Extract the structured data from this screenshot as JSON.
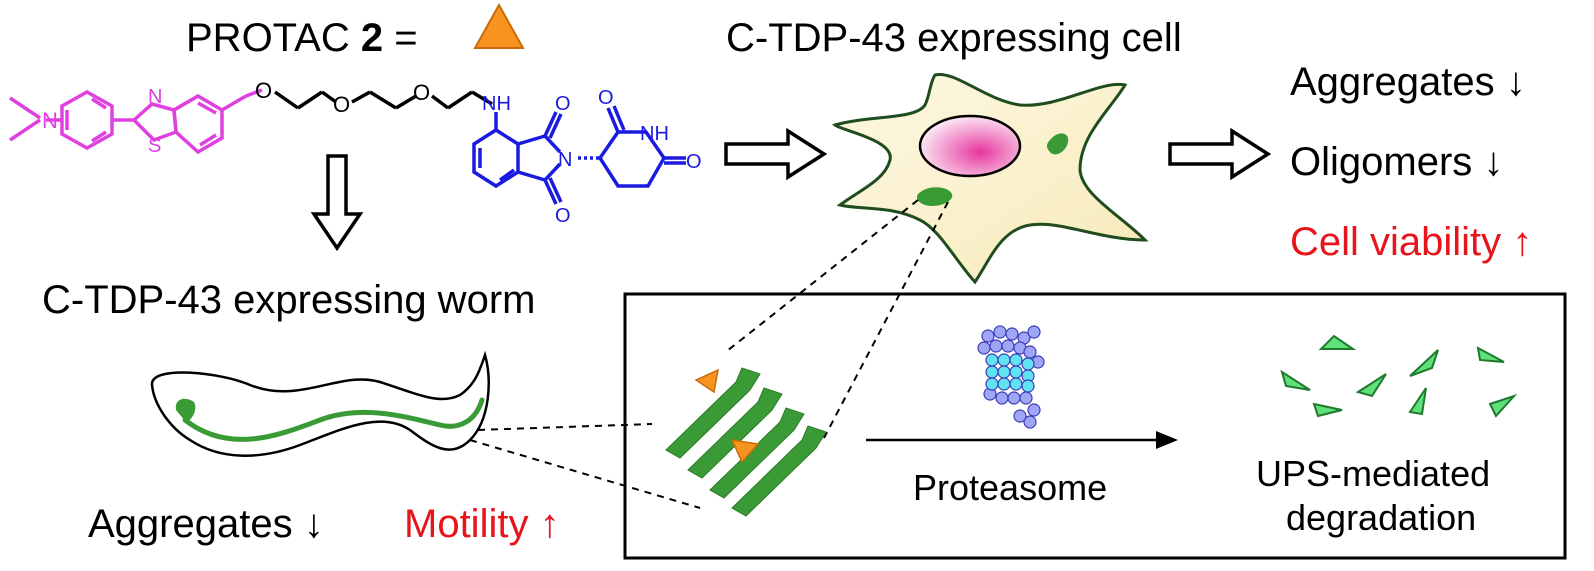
{
  "protac": {
    "prefix": "PROTAC ",
    "number": "2",
    "suffix": " ="
  },
  "chemistry": {
    "atom_n1": "N",
    "atom_n2": "N",
    "atom_s": "S",
    "atom_o_ether1": "O",
    "atom_o_ether2": "O",
    "atom_o_ether3": "O",
    "atom_nh": "NH",
    "atom_n_imide": "N",
    "atom_o_imide1": "O",
    "atom_o_imide2": "O",
    "atom_nh_glut": "NH",
    "atom_o_glut1": "O",
    "atom_o_glut2": "O"
  },
  "worm": {
    "title": "C-TDP-43 expressing worm",
    "aggregates": "Aggregates ↓",
    "motility": "Motility ↑"
  },
  "cell": {
    "title": "C-TDP-43 expressing cell"
  },
  "outcomes": {
    "aggregates": "Aggregates ↓",
    "oligomers": "Oligomers ↓",
    "viability": "Cell viability ↑"
  },
  "mechanism": {
    "proteasome_label": "Proteasome",
    "degradation_line1": "UPS-mediated",
    "degradation_line2": "degradation"
  },
  "colors": {
    "protac_triangle": "#f7931e",
    "aggregate_green": "#3a9a35",
    "target_binder_magenta": "#e040e0",
    "e3_ligand_blue": "#1a1ae0",
    "highlight_red": "#e8141b",
    "cell_fill": "#fbf3cf",
    "nucleus_pink": "#f2a0d4"
  },
  "icons": {
    "protac": "orange-triangle-icon",
    "worm": "worm-icon",
    "cell": "cell-icon",
    "proteasome": "proteasome-icon",
    "arrow": "hollow-right-arrow-icon"
  }
}
